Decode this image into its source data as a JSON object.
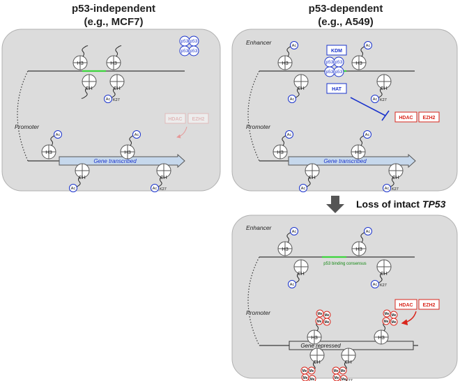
{
  "titles": {
    "left_line1": "p53-independent",
    "left_line2": "(e.g., MCF7)",
    "right_line1": "p53-dependent",
    "right_line2": "(e.g., A549)"
  },
  "loss_label_prefix": "Loss of intact ",
  "loss_label_gene": "TP53",
  "region_labels": {
    "enhancer": "Enhancer",
    "promoter": "Promoter"
  },
  "histone_label": "H3",
  "mark_labels": {
    "acetyl": "Ac",
    "methyl": "Me",
    "k27": "K27"
  },
  "p53_label": "p53",
  "enzymes": {
    "kdm": "KDM",
    "hat": "HAT",
    "hdac": "HDAC",
    "ezh2": "EZH2"
  },
  "gene_transcribed": "Gene transcribed",
  "gene_repressed": "Gene repressed",
  "binding_consensus": "p53 binding consensus",
  "colors": {
    "panel": "#dcdcdc",
    "blue": "#1a33cc",
    "red": "#d9261c",
    "green": "#3cd43c",
    "gene_fill": "#c6d8ec"
  }
}
